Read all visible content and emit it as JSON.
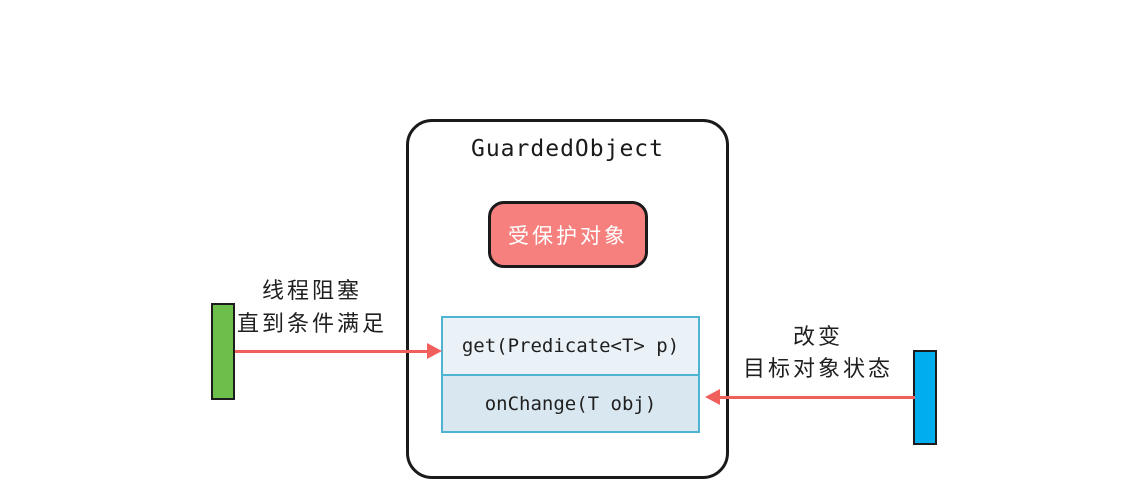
{
  "diagram": {
    "title": "GuardedObject",
    "protected_object_label": "受保护对象",
    "methods": [
      {
        "label": "get(Predicate<T> p)"
      },
      {
        "label": "onChange(T obj)"
      }
    ],
    "left_annotation": {
      "line1": "线程阻塞",
      "line2": "直到条件满足"
    },
    "right_annotation": {
      "line1": "改变",
      "line2": "目标对象状态"
    },
    "colors": {
      "outer_border": "#1a1a1a",
      "protected_box_fill": "#F5807E",
      "protected_box_text": "#ffffff",
      "method_border": "#4FB3D2",
      "get_fill": "#EAF2F8",
      "onchange_fill": "#D8E7F0",
      "green_bar": "#6CBF4B",
      "blue_bar": "#00AEEF",
      "arrow": "#F15F5C"
    }
  }
}
